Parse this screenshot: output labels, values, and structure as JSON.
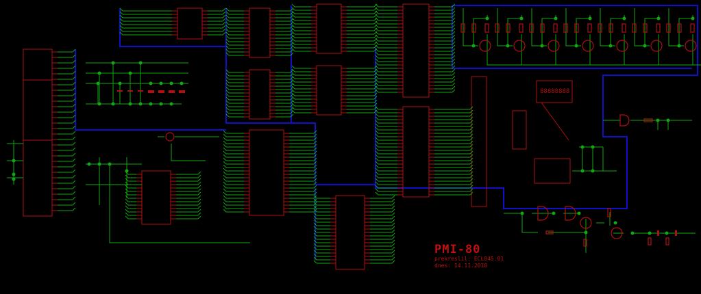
{
  "document": {
    "type": "schematic",
    "title": "PMI-80",
    "redrawn_by_label": "prekreslil:",
    "redrawn_by": "ECL845.01",
    "date_label": "dnes:",
    "date": "14.11.2010"
  },
  "components": {
    "transistor_stages": 7,
    "display": "8-digit 7-segment display",
    "colors": {
      "background": "#000000",
      "parts": "#b01010",
      "wires": "#13a813",
      "buses": "#1010c8",
      "labels": "#c8c8c8"
    }
  }
}
